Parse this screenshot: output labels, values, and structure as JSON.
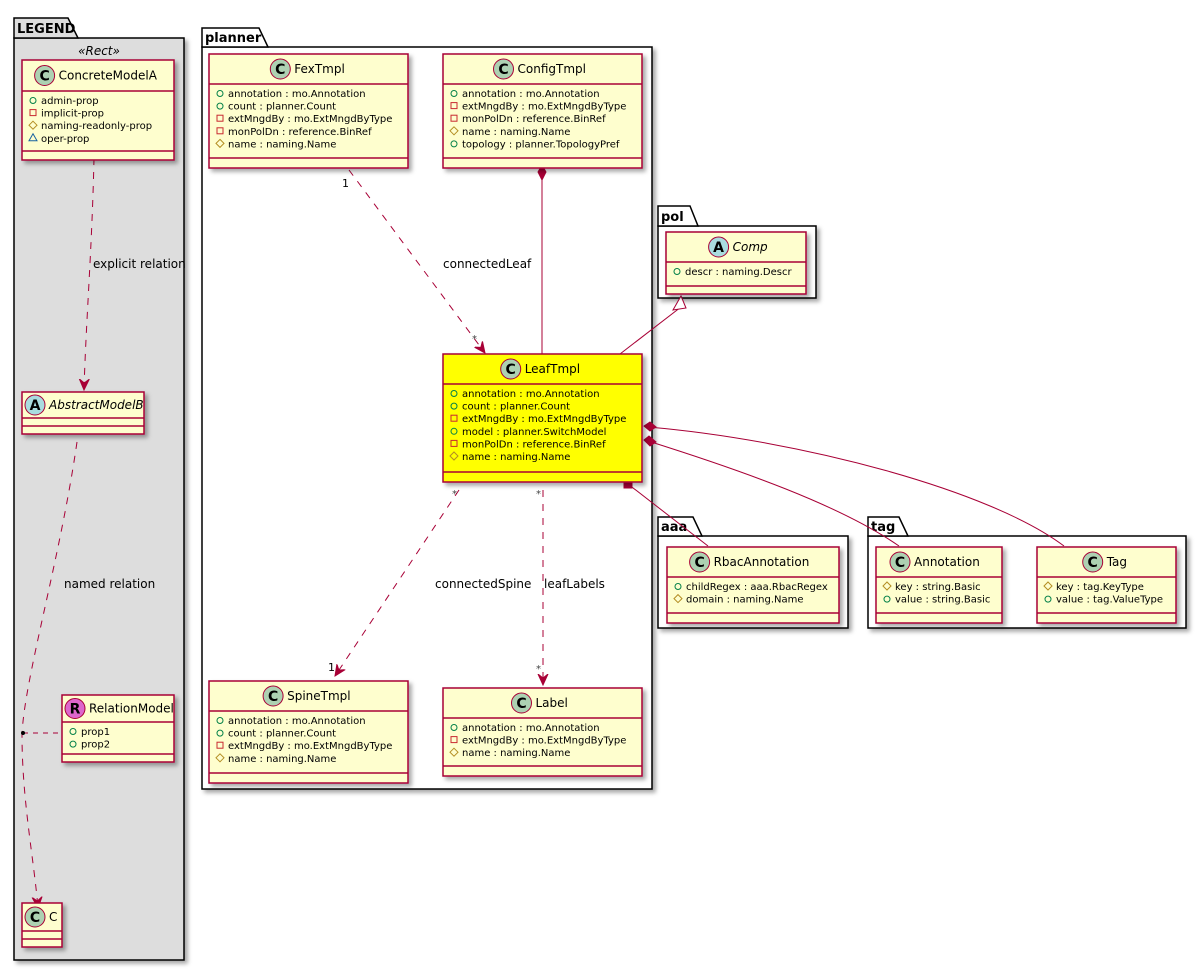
{
  "colors": {
    "class_fill": "#FEFECE",
    "highlight_fill": "#FFFF00",
    "border": "#A80036",
    "legend_bg": "#DDDDDD",
    "circle_class": "#ADD1B2",
    "circle_abstract": "#A9DCDF",
    "circle_relation": "#DD66CC",
    "vis_public": "#038048",
    "vis_private": "#C82930",
    "vis_protected": "#B38D22",
    "vis_package": "#1963A0"
  },
  "packages": {
    "legend": "LEGEND",
    "planner": "planner",
    "pol": "pol",
    "aaa": "aaa",
    "tag": "tag"
  },
  "legend": {
    "stereotype": "«Rect»",
    "concrete": {
      "name": "ConcreteModelA",
      "kind": "C",
      "attrs": [
        {
          "vis": "public",
          "text": "admin-prop"
        },
        {
          "vis": "private",
          "text": "implicit-prop"
        },
        {
          "vis": "protected",
          "text": "naming-readonly-prop"
        },
        {
          "vis": "package",
          "text": "oper-prop"
        }
      ]
    },
    "abstract": {
      "name": "AbstractModelB",
      "kind": "A"
    },
    "relation": {
      "name": "RelationModel",
      "kind": "R",
      "attrs": [
        {
          "vis": "public",
          "text": "prop1"
        },
        {
          "vis": "public",
          "text": "prop2"
        }
      ]
    },
    "c": {
      "name": "C",
      "kind": "C"
    },
    "explicit_label": "explicit relation",
    "named_label": "named relation"
  },
  "classes": {
    "FexTmpl": {
      "name": "FexTmpl",
      "kind": "C",
      "attrs": [
        {
          "vis": "public",
          "text": "annotation : mo.Annotation"
        },
        {
          "vis": "public",
          "text": "count : planner.Count"
        },
        {
          "vis": "private",
          "text": "extMngdBy : mo.ExtMngdByType"
        },
        {
          "vis": "private",
          "text": "monPolDn : reference.BinRef"
        },
        {
          "vis": "protected",
          "text": "name : naming.Name"
        }
      ]
    },
    "ConfigTmpl": {
      "name": "ConfigTmpl",
      "kind": "C",
      "attrs": [
        {
          "vis": "public",
          "text": "annotation : mo.Annotation"
        },
        {
          "vis": "private",
          "text": "extMngdBy : mo.ExtMngdByType"
        },
        {
          "vis": "private",
          "text": "monPolDn : reference.BinRef"
        },
        {
          "vis": "protected",
          "text": "name : naming.Name"
        },
        {
          "vis": "public",
          "text": "topology : planner.TopologyPref"
        }
      ]
    },
    "Comp": {
      "name": "Comp",
      "kind": "A",
      "attrs": [
        {
          "vis": "public",
          "text": "descr : naming.Descr"
        }
      ]
    },
    "LeafTmpl": {
      "name": "LeafTmpl",
      "kind": "C",
      "attrs": [
        {
          "vis": "public",
          "text": "annotation : mo.Annotation"
        },
        {
          "vis": "public",
          "text": "count : planner.Count"
        },
        {
          "vis": "private",
          "text": "extMngdBy : mo.ExtMngdByType"
        },
        {
          "vis": "public",
          "text": "model : planner.SwitchModel"
        },
        {
          "vis": "private",
          "text": "monPolDn : reference.BinRef"
        },
        {
          "vis": "protected",
          "text": "name : naming.Name"
        }
      ]
    },
    "RbacAnnotation": {
      "name": "RbacAnnotation",
      "kind": "C",
      "attrs": [
        {
          "vis": "public",
          "text": "childRegex : aaa.RbacRegex"
        },
        {
          "vis": "protected",
          "text": "domain : naming.Name"
        }
      ]
    },
    "Annotation": {
      "name": "Annotation",
      "kind": "C",
      "attrs": [
        {
          "vis": "protected",
          "text": "key : string.Basic"
        },
        {
          "vis": "public",
          "text": "value : string.Basic"
        }
      ]
    },
    "Tag": {
      "name": "Tag",
      "kind": "C",
      "attrs": [
        {
          "vis": "protected",
          "text": "key : tag.KeyType"
        },
        {
          "vis": "public",
          "text": "value : tag.ValueType"
        }
      ]
    },
    "SpineTmpl": {
      "name": "SpineTmpl",
      "kind": "C",
      "attrs": [
        {
          "vis": "public",
          "text": "annotation : mo.Annotation"
        },
        {
          "vis": "public",
          "text": "count : planner.Count"
        },
        {
          "vis": "private",
          "text": "extMngdBy : mo.ExtMngdByType"
        },
        {
          "vis": "protected",
          "text": "name : naming.Name"
        }
      ]
    },
    "Label": {
      "name": "Label",
      "kind": "C",
      "attrs": [
        {
          "vis": "public",
          "text": "annotation : mo.Annotation"
        },
        {
          "vis": "private",
          "text": "extMngdBy : mo.ExtMngdByType"
        },
        {
          "vis": "protected",
          "text": "name : naming.Name"
        }
      ]
    }
  },
  "relations": {
    "connectedLeaf": {
      "label": "connectedLeaf",
      "from_mult": "1",
      "to_mult": "*"
    },
    "connectedSpine": {
      "label": "connectedSpine",
      "from_mult": "*",
      "to_mult": "1"
    },
    "leafLabels": {
      "label": "leafLabels",
      "from_mult": "*",
      "to_mult": "*"
    }
  }
}
